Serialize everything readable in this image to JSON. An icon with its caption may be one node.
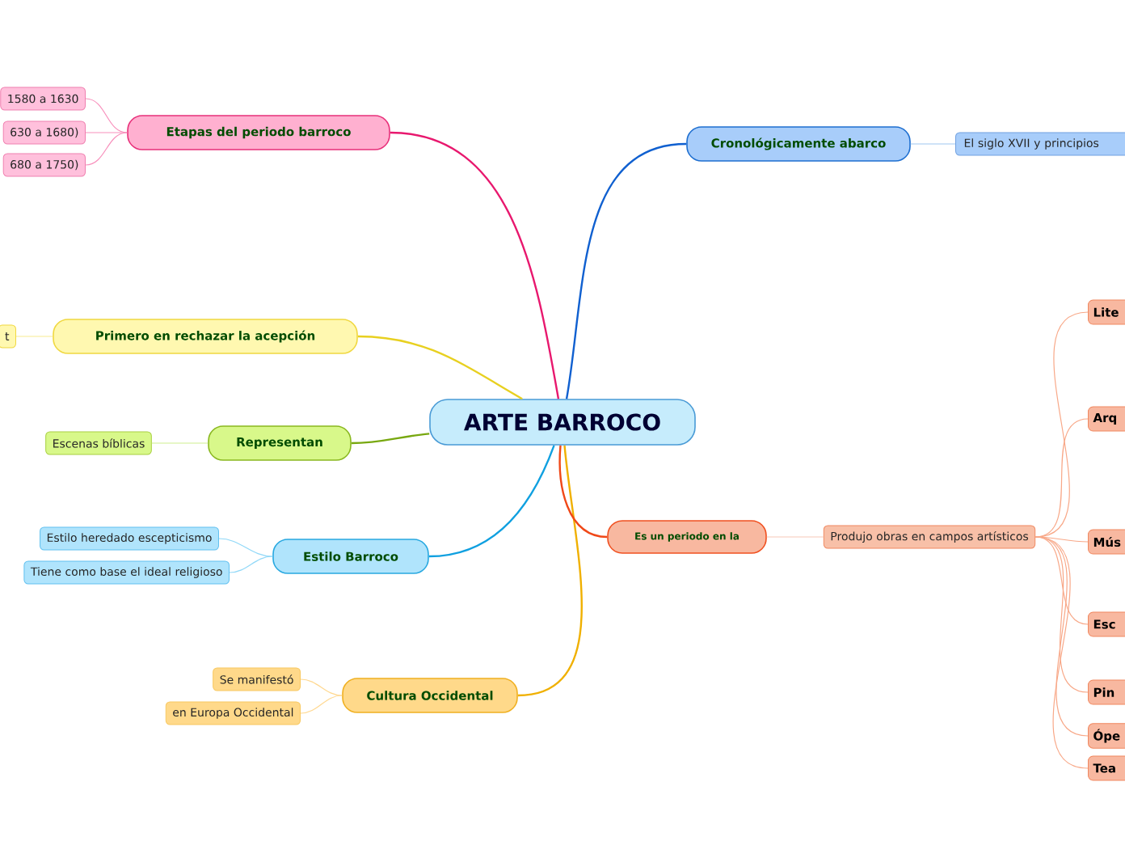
{
  "diagram": {
    "nodes": [
      {
        "text": [
          "ARTE BARROCO"
        ]
      },
      {
        "text": [
          "Etapas del periodo barroco"
        ]
      },
      {
        "text": [
          "1580 a 1630"
        ]
      },
      {
        "text": [
          "630 a 1680)"
        ]
      },
      {
        "text": [
          "680 a 1750)"
        ]
      },
      {
        "text": [
          "Cronológicamente abarco"
        ]
      },
      {
        "text": [
          "El siglo XVII y principios"
        ]
      },
      {
        "text": [
          "Primero en rechazar la acepción"
        ]
      },
      {
        "text": [
          "t"
        ]
      },
      {
        "text": [
          "Representan"
        ]
      },
      {
        "text": [
          "Escenas bíblicas"
        ]
      },
      {
        "text": [
          "Estilo Barroco"
        ]
      },
      {
        "text": [
          "Estilo heredado escepticismo"
        ]
      },
      {
        "text": [
          "Tiene como base el ideal religioso"
        ]
      },
      {
        "text": [
          "Cultura Occidental"
        ]
      },
      {
        "text": [
          "Se manifestó"
        ]
      },
      {
        "text": [
          "en Europa Occidental"
        ]
      },
      {
        "text": [
          "Es un periodo en la"
        ]
      },
      {
        "text": [
          "Produjo obras en campos artísticos"
        ]
      },
      {
        "text": [
          "Lite"
        ]
      },
      {
        "text": [
          "Arq"
        ]
      },
      {
        "text": [
          "Mús"
        ]
      },
      {
        "text": [
          "Esc"
        ]
      },
      {
        "text": [
          "Pin"
        ]
      },
      {
        "text": [
          "Ópe"
        ]
      },
      {
        "text": [
          "Tea"
        ]
      }
    ],
    "edges": [
      {
        "from": 0,
        "to": 1,
        "arrow": "none",
        "color": "#e8186e"
      },
      {
        "from": 1,
        "to": 2,
        "arrow": "none",
        "color": "#f890bc"
      },
      {
        "from": 1,
        "to": 3,
        "arrow": "none",
        "color": "#f890bc"
      },
      {
        "from": 1,
        "to": 4,
        "arrow": "none",
        "color": "#f890bc"
      },
      {
        "from": 0,
        "to": 5,
        "arrow": "none",
        "color": "#1060d0"
      },
      {
        "from": 5,
        "to": 6,
        "arrow": "none",
        "color": "#a0c8f0"
      },
      {
        "from": 0,
        "to": 7,
        "arrow": "none",
        "color": "#e8d020"
      },
      {
        "from": 7,
        "to": 8,
        "arrow": "none",
        "color": "#f8ec90"
      },
      {
        "from": 0,
        "to": 9,
        "arrow": "none",
        "color": "#78a810"
      },
      {
        "from": 9,
        "to": 10,
        "arrow": "none",
        "color": "#d0f090"
      },
      {
        "from": 0,
        "to": 11,
        "arrow": "none",
        "color": "#10a0e0"
      },
      {
        "from": 11,
        "to": 12,
        "arrow": "none",
        "color": "#90d8f8"
      },
      {
        "from": 11,
        "to": 13,
        "arrow": "none",
        "color": "#90d8f8"
      },
      {
        "from": 0,
        "to": 14,
        "arrow": "none",
        "color": "#f0b000"
      },
      {
        "from": 14,
        "to": 15,
        "arrow": "none",
        "color": "#ffd890"
      },
      {
        "from": 14,
        "to": 16,
        "arrow": "none",
        "color": "#ffd890"
      },
      {
        "from": 0,
        "to": 17,
        "arrow": "none",
        "color": "#f04818"
      },
      {
        "from": 17,
        "to": 18,
        "arrow": "none",
        "color": "#f8c8b8"
      },
      {
        "from": 18,
        "to": 19,
        "arrow": "none",
        "color": "#f8a888"
      },
      {
        "from": 18,
        "to": 20,
        "arrow": "none",
        "color": "#f8a888"
      },
      {
        "from": 18,
        "to": 21,
        "arrow": "none",
        "color": "#f8a888"
      },
      {
        "from": 18,
        "to": 22,
        "arrow": "none",
        "color": "#f8a888"
      },
      {
        "from": 18,
        "to": 23,
        "arrow": "none",
        "color": "#f8a888"
      },
      {
        "from": 18,
        "to": 24,
        "arrow": "none",
        "color": "#f8a888"
      },
      {
        "from": 18,
        "to": 25,
        "arrow": "none",
        "color": "#f8a888"
      }
    ]
  }
}
